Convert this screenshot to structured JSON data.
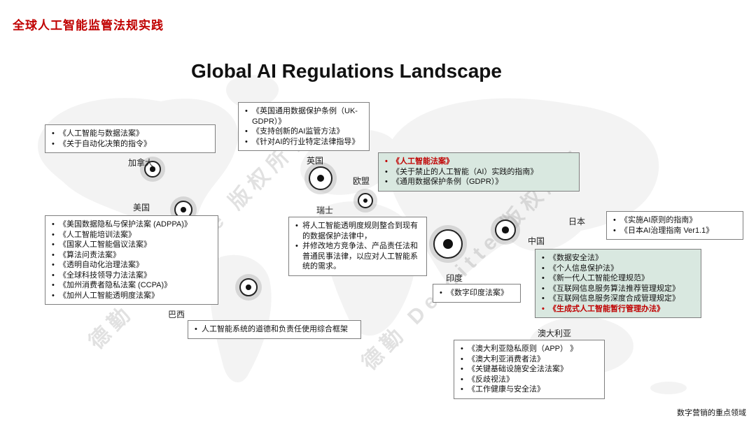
{
  "slide": {
    "header": "全球人工智能监管法规实践",
    "title": "Global AI Regulations Landscape",
    "footer_note": "数字营销的重点领域",
    "watermark": "德勤  Deloitte  版权所有"
  },
  "colors": {
    "accent_red": "#c00000",
    "highlight_box_bg": "#d9e8e0",
    "box_border": "#7f7f7f"
  },
  "regions": {
    "canada": {
      "label": "加拿大",
      "items": [
        "《人工智能与数据法案》",
        "《关于自动化决策的指令》"
      ]
    },
    "uk": {
      "label": "英国",
      "items": [
        "《英国通用数据保护条例（UK-GDPR）》",
        "《支持创新的AI监管方法》",
        "《针对AI的行业特定法律指导》"
      ]
    },
    "eu": {
      "label": "欧盟",
      "items": [
        "《人工智能法案》",
        "《关于禁止的人工智能（AI）实践的指南》",
        "《通用数据保护条例（GDPR）》"
      ]
    },
    "usa": {
      "label": "美国",
      "items": [
        "《美国数据隐私与保护法案 (ADPPA)》",
        "《人工智能培训法案》",
        "《国家人工智能倡议法案》",
        "《算法问责法案》",
        "《透明自动化治理法案》",
        "《全球科技领导力法法案》",
        "《加州消费者隐私法案 (CCPA)》",
        "《加州人工智能透明度法案》"
      ]
    },
    "switzerland": {
      "label": "瑞士",
      "items": [
        "将人工智能透明度规则整合到现有的数据保护法律中，",
        "并修改地方竞争法、产品责任法和普通民事法律，以应对人工智能系统的需求。"
      ]
    },
    "japan": {
      "label": "日本",
      "items": [
        "《实施AI原则的指南》",
        "《日本AI治理指南 Ver1.1》"
      ]
    },
    "china": {
      "label": "中国",
      "items": [
        "《数据安全法》",
        "《个人信息保护法》",
        "《新一代人工智能伦理规范》",
        "《互联网信息服务算法推荐管理规定》",
        "《互联网信息服务深度合成管理规定》",
        "《生成式人工智能暂行管理办法》"
      ]
    },
    "india": {
      "label": "印度",
      "items": [
        "《数字印度法案》"
      ]
    },
    "brazil": {
      "label": "巴西",
      "items": [
        "人工智能系统的道德和负责任使用综合框架"
      ]
    },
    "australia": {
      "label": "澳大利亚",
      "items": [
        "《澳大利亚隐私原则（APP） 》",
        "《澳大利亚消费者法》",
        "《关键基础设施安全法法案》",
        "《反歧视法》",
        "《工作健康与安全法》"
      ]
    }
  }
}
